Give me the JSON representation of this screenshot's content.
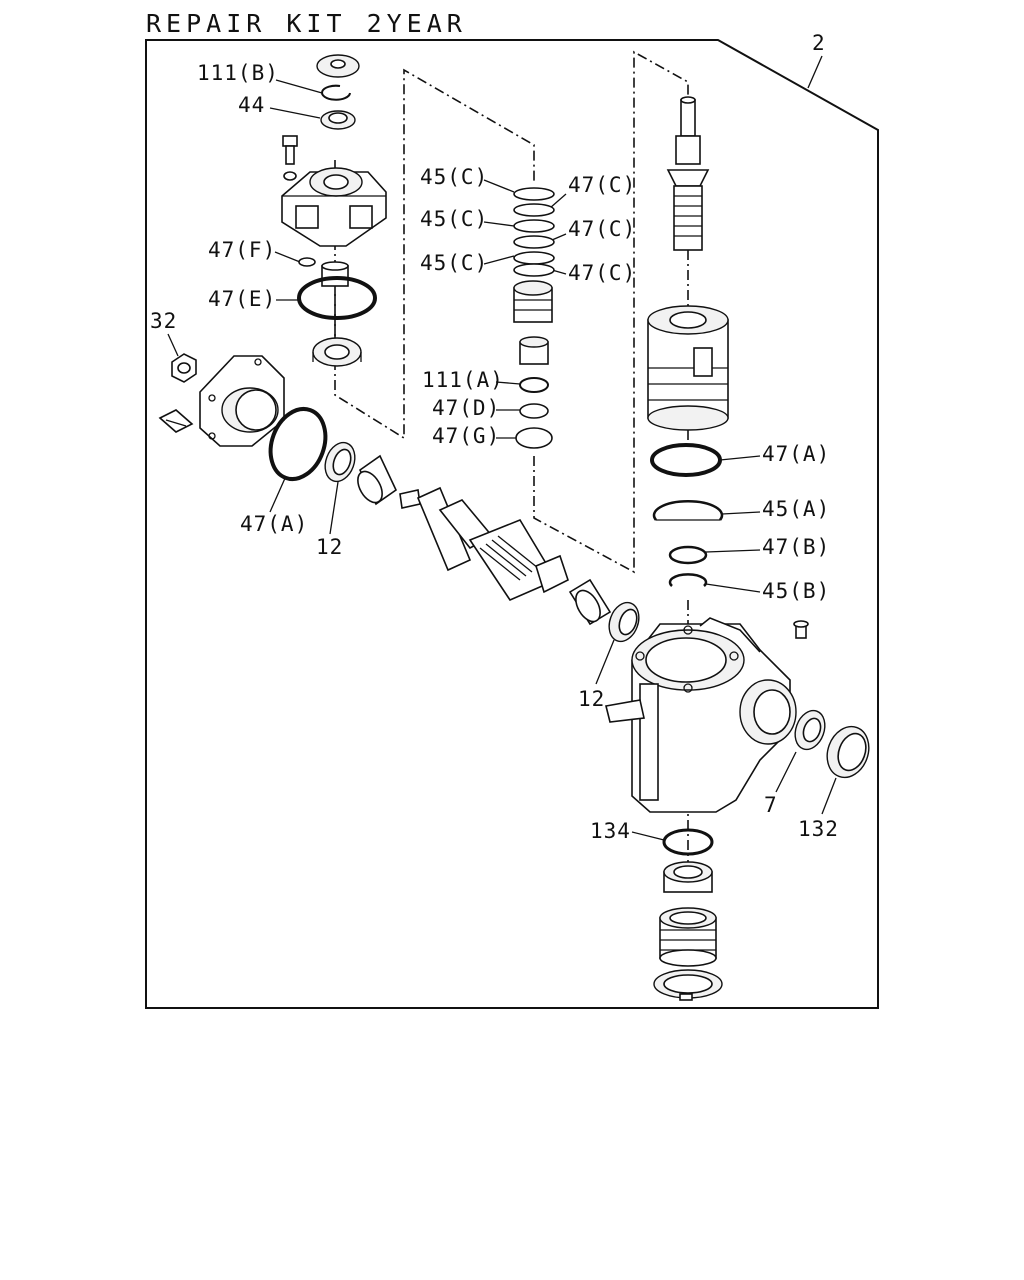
{
  "title": "REPAIR KIT 2YEAR",
  "callouts": {
    "c2": "2",
    "c111b": "111(B)",
    "c44": "44",
    "c47f": "47(F)",
    "c47e": "47(E)",
    "c32": "32",
    "c47a_left": "47(A)",
    "c12_left": "12",
    "c45c_1": "45(C)",
    "c45c_2": "45(C)",
    "c45c_3": "45(C)",
    "c47c_1": "47(C)",
    "c47c_2": "47(C)",
    "c47c_3": "47(C)",
    "c111a": "111(A)",
    "c47d": "47(D)",
    "c47g": "47(G)",
    "c47a_right": "47(A)",
    "c45a": "45(A)",
    "c47b": "47(B)",
    "c45b": "45(B)",
    "c12_right": "12",
    "c7": "7",
    "c132": "132",
    "c134": "134"
  }
}
